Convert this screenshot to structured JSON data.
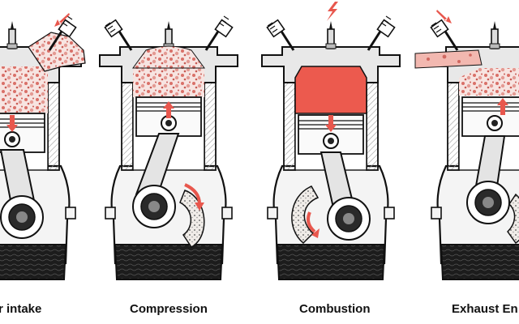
{
  "stages": [
    {
      "label": "r intake"
    },
    {
      "label": "Compression"
    },
    {
      "label": "Combustion"
    },
    {
      "label": "Exhaust En"
    }
  ],
  "colors": {
    "accent_red": "#e8574d",
    "mixture_speckle": "#e07a72",
    "exhaust_pink": "#f2b8b0",
    "combustion_fill": "#ec5a4e",
    "oil": "#1c1c1c",
    "outline": "#111111",
    "hatch": "#9a9a9a"
  },
  "icons": {
    "intake_arrow": "arrow-icon",
    "piston_direction": "arrow-icon",
    "spark": "lightning-bolt-icon"
  }
}
